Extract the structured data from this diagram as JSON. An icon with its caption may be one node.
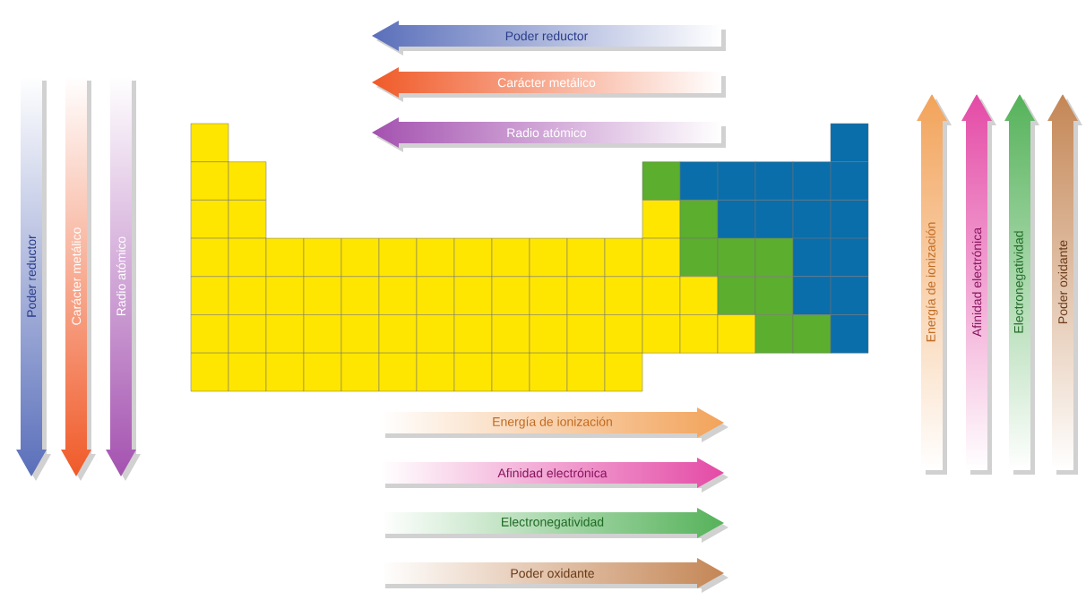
{
  "diagram": {
    "labels": [
      "Poder reductor",
      "Carácter metálico",
      "Radio atómico",
      "Poder reductor",
      "Carácter metálico",
      "Radio atómico",
      "Energía de ionización",
      "Afinidad electrónica",
      "Electronegatividad",
      "Poder oxidante",
      "Energía de ionización",
      "Afinidad electrónica",
      "Electronegatividad",
      "Poder oxidante"
    ]
  }
}
